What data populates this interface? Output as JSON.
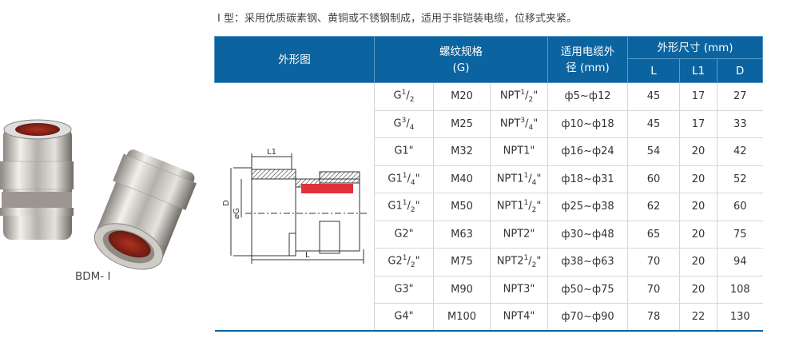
{
  "intro": "Ⅰ 型：采用优质碳素钢、黄铜或不锈钢制成，适用于非铠装电缆，位移式夹紧。",
  "product_label": "BDM- Ⅰ",
  "colors": {
    "header": "#0b64a0",
    "seal": "#e0303a"
  },
  "diagram_labels": {
    "l1": "L1",
    "d": "D",
    "g": "⌀G",
    "l": "L"
  },
  "header": {
    "figure": "外形图",
    "thread_line1": "螺纹规格",
    "thread_line2": "(G)",
    "cable_line1": "适用电缆外",
    "cable_line2": "径 (mm)",
    "dims": "外形尺寸 (mm)",
    "L": "L",
    "L1": "L1",
    "D": "D"
  },
  "rows": [
    {
      "g": {
        "a": "G",
        "sup": "1",
        "sub": "2",
        "b": ""
      },
      "m": "M20",
      "npt": {
        "a": "NPT",
        "sup": "1",
        "sub": "2",
        "b": "\""
      },
      "cable": "ф5~ф12",
      "L": "45",
      "L1": "17",
      "D": "27"
    },
    {
      "g": {
        "a": "G",
        "sup": "3",
        "sub": "4",
        "b": ""
      },
      "m": "M25",
      "npt": {
        "a": "NPT",
        "sup": "3",
        "sub": "4",
        "b": "\""
      },
      "cable": "ф10~ф18",
      "L": "45",
      "L1": "17",
      "D": "33"
    },
    {
      "g": {
        "a": "G1\"",
        "sup": "",
        "sub": "",
        "b": ""
      },
      "m": "M32",
      "npt": {
        "a": "NPT1\"",
        "sup": "",
        "sub": "",
        "b": ""
      },
      "cable": "ф16~ф24",
      "L": "54",
      "L1": "20",
      "D": "42"
    },
    {
      "g": {
        "a": "G1",
        "sup": "1",
        "sub": "4",
        "b": "\""
      },
      "m": "M40",
      "npt": {
        "a": "NPT1",
        "sup": "1",
        "sub": "4",
        "b": "\""
      },
      "cable": "ф18~ф31",
      "L": "60",
      "L1": "20",
      "D": "52"
    },
    {
      "g": {
        "a": "G1",
        "sup": "1",
        "sub": "2",
        "b": "\""
      },
      "m": "M50",
      "npt": {
        "a": "NPT1",
        "sup": "1",
        "sub": "2",
        "b": "\""
      },
      "cable": "ф25~ф38",
      "L": "62",
      "L1": "20",
      "D": "60"
    },
    {
      "g": {
        "a": "G2\"",
        "sup": "",
        "sub": "",
        "b": ""
      },
      "m": "M63",
      "npt": {
        "a": "NPT2\"",
        "sup": "",
        "sub": "",
        "b": ""
      },
      "cable": "ф30~ф48",
      "L": "65",
      "L1": "20",
      "D": "75"
    },
    {
      "g": {
        "a": "G2",
        "sup": "1",
        "sub": "2",
        "b": "\""
      },
      "m": "M75",
      "npt": {
        "a": "NPT2",
        "sup": "1",
        "sub": "2",
        "b": "\""
      },
      "cable": "ф38~ф63",
      "L": "70",
      "L1": "20",
      "D": "94"
    },
    {
      "g": {
        "a": "G3\"",
        "sup": "",
        "sub": "",
        "b": ""
      },
      "m": "M90",
      "npt": {
        "a": "NPT3\"",
        "sup": "",
        "sub": "",
        "b": ""
      },
      "cable": "ф50~ф75",
      "L": "70",
      "L1": "20",
      "D": "108"
    },
    {
      "g": {
        "a": "G4\"",
        "sup": "",
        "sub": "",
        "b": ""
      },
      "m": "M100",
      "npt": {
        "a": "NPT4\"",
        "sup": "",
        "sub": "",
        "b": ""
      },
      "cable": "ф70~ф90",
      "L": "78",
      "L1": "22",
      "D": "130"
    }
  ]
}
